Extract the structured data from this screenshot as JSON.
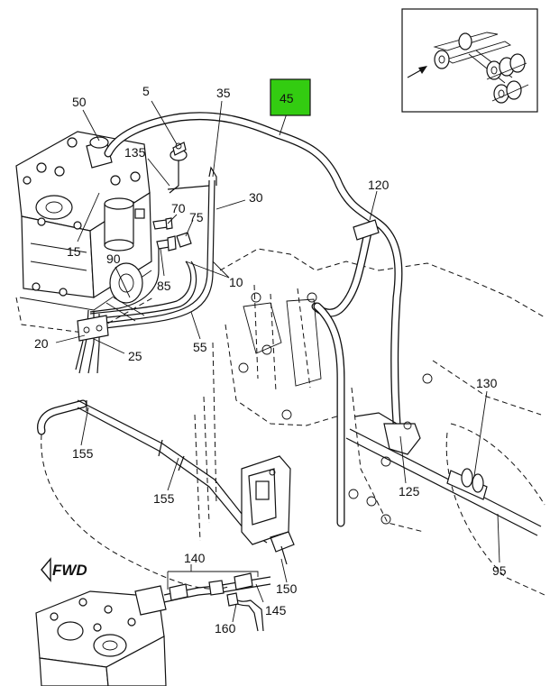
{
  "callouts": [
    {
      "id": "c50",
      "text": "50"
    },
    {
      "id": "c5",
      "text": "5"
    },
    {
      "id": "c35",
      "text": "35"
    },
    {
      "id": "c45",
      "text": "45"
    },
    {
      "id": "c135",
      "text": "135"
    },
    {
      "id": "c30",
      "text": "30"
    },
    {
      "id": "c70",
      "text": "70"
    },
    {
      "id": "c75",
      "text": "75"
    },
    {
      "id": "c120",
      "text": "120"
    },
    {
      "id": "c15",
      "text": "15"
    },
    {
      "id": "c90",
      "text": "90"
    },
    {
      "id": "c85",
      "text": "85"
    },
    {
      "id": "c10",
      "text": "10"
    },
    {
      "id": "c20",
      "text": "20"
    },
    {
      "id": "c25",
      "text": "25"
    },
    {
      "id": "c55",
      "text": "55"
    },
    {
      "id": "c130",
      "text": "130"
    },
    {
      "id": "c155a",
      "text": "155"
    },
    {
      "id": "c155b",
      "text": "155"
    },
    {
      "id": "c125",
      "text": "125"
    },
    {
      "id": "c140",
      "text": "140"
    },
    {
      "id": "c150",
      "text": "150"
    },
    {
      "id": "c145",
      "text": "145"
    },
    {
      "id": "c160",
      "text": "160"
    },
    {
      "id": "c95",
      "text": "95"
    }
  ],
  "highlight": {
    "text": "45",
    "color": "#33cc11"
  },
  "fwd_label": "FWD",
  "colors": {
    "line": "#111111",
    "background": "#ffffff",
    "highlight": "#33cc11"
  }
}
